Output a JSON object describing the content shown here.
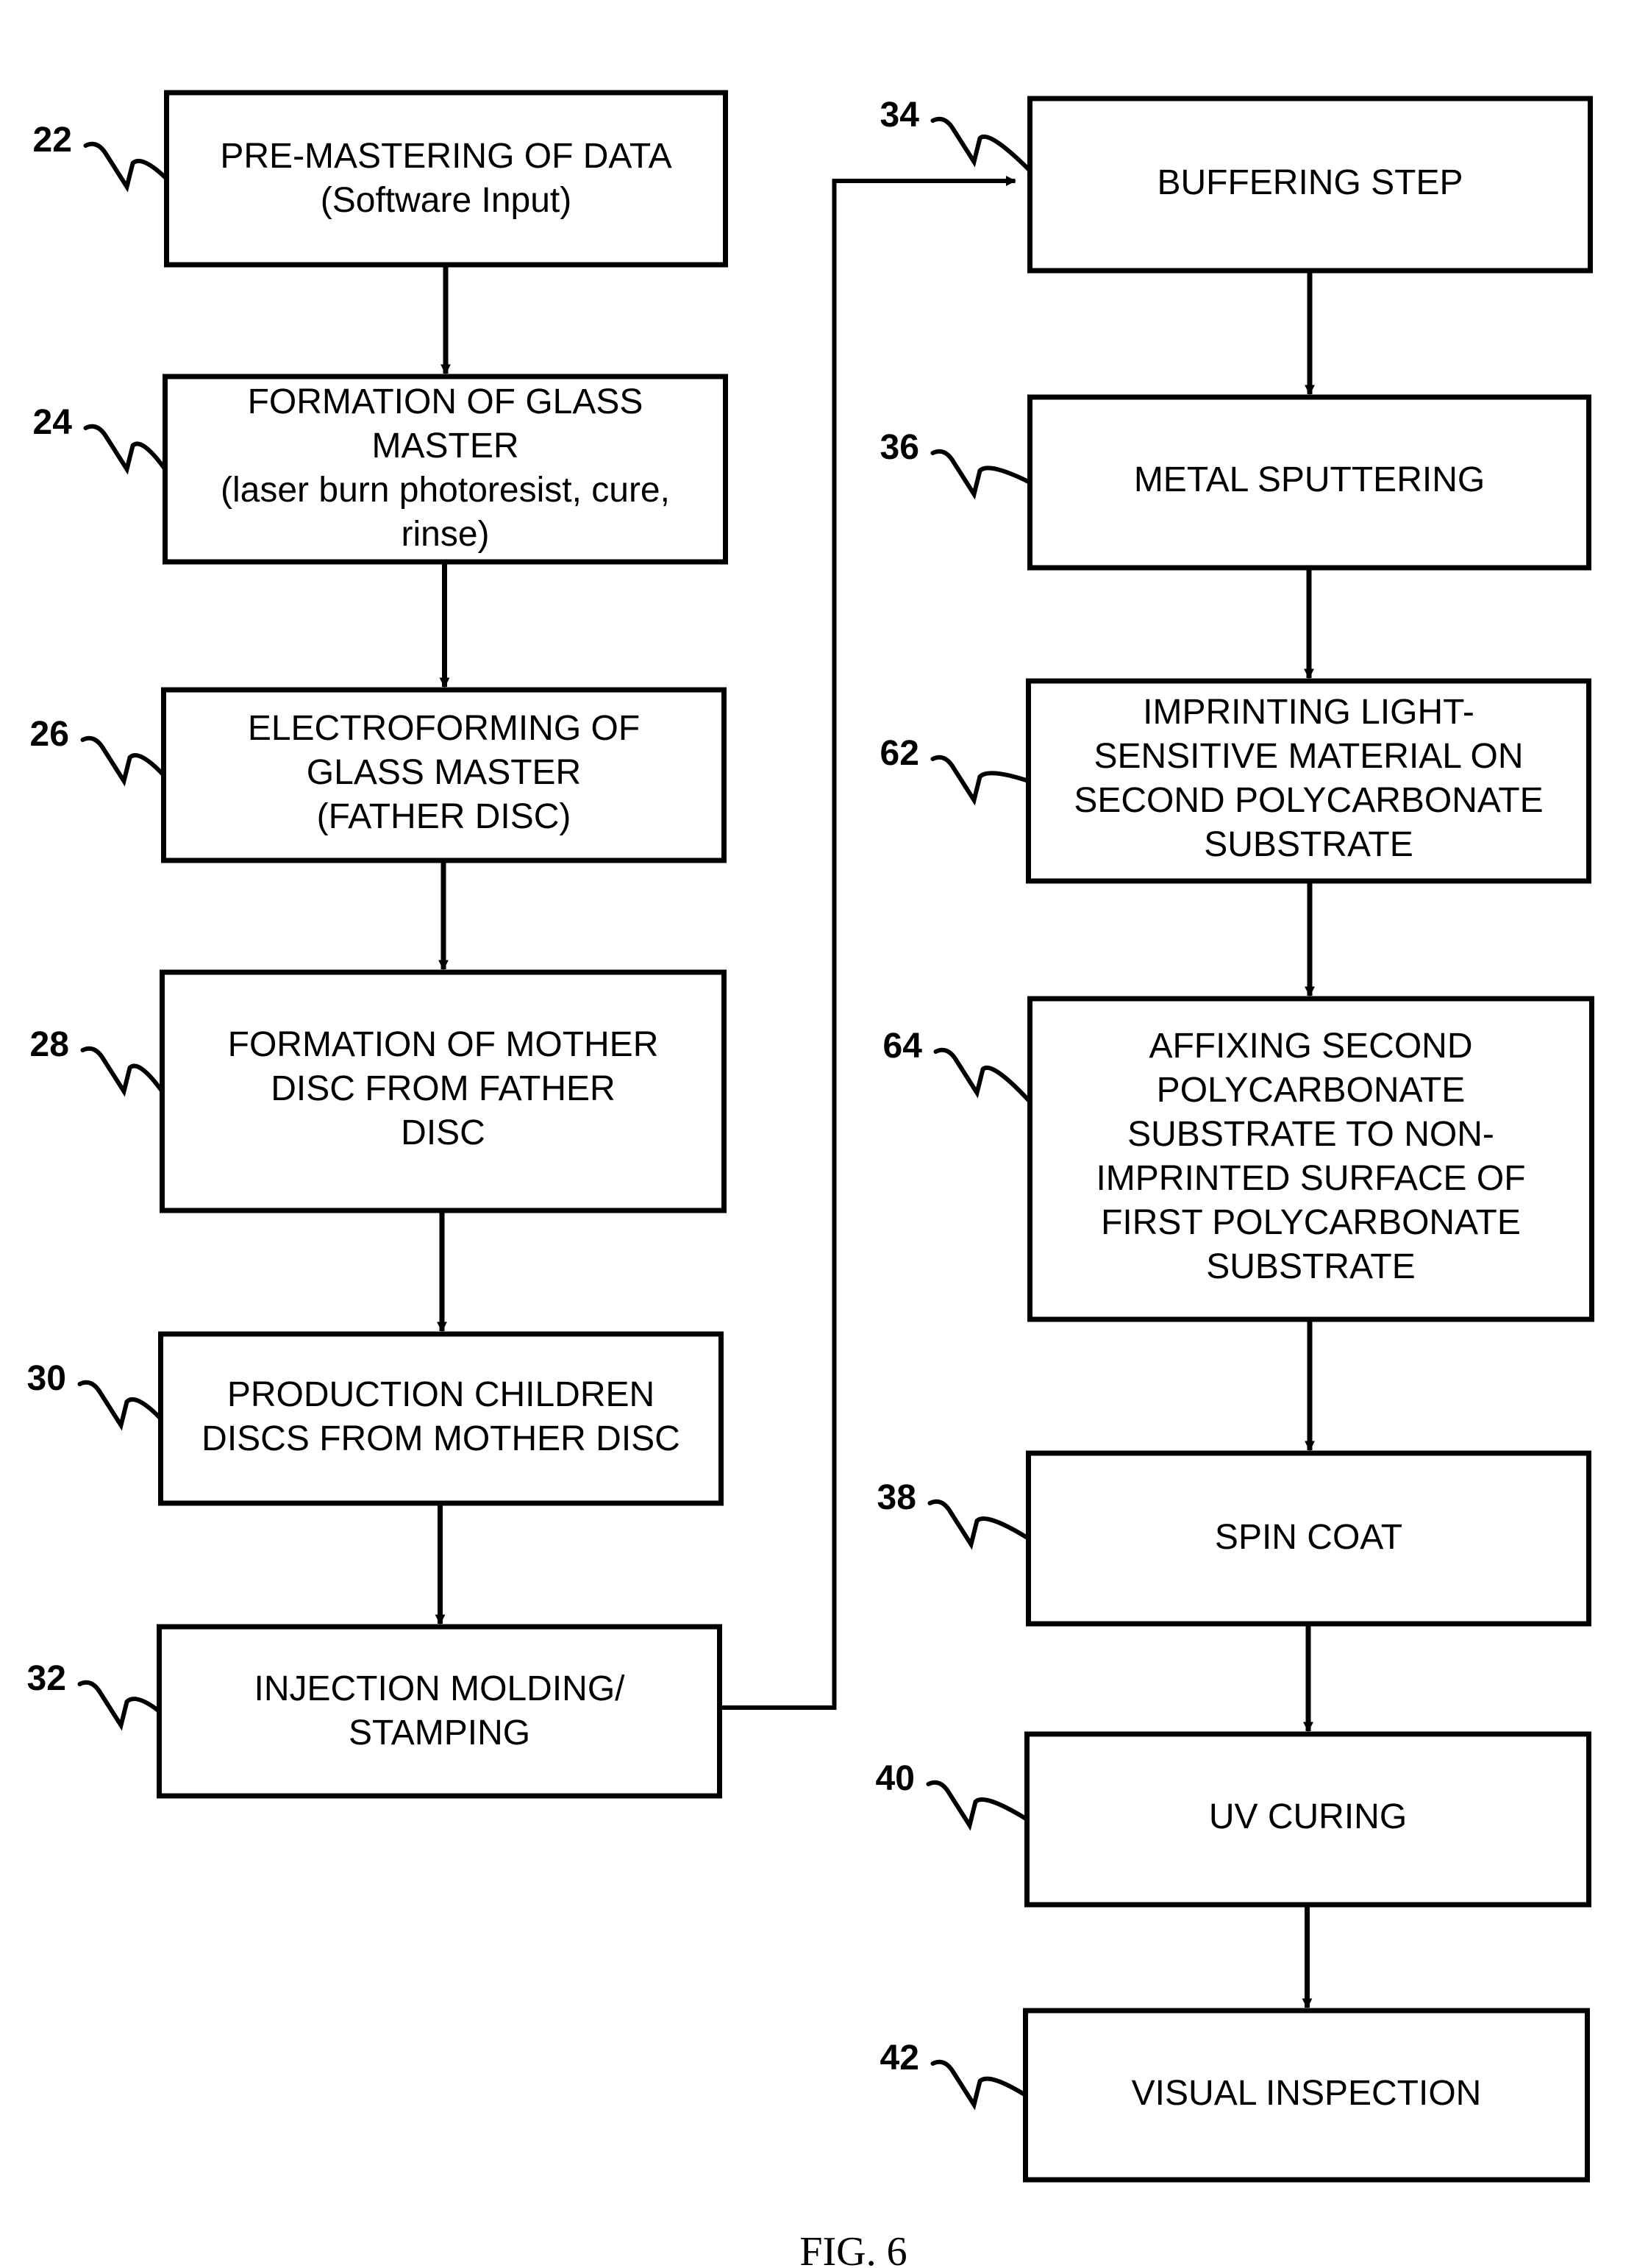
{
  "figure_label": "FIG. 6",
  "steps": [
    {
      "ref": "22",
      "lines": [
        "PRE-MASTERING OF DATA",
        "(Software Input)"
      ]
    },
    {
      "ref": "24",
      "lines": [
        "FORMATION OF GLASS",
        "MASTER",
        "(laser burn photoresist, cure,",
        "rinse)"
      ]
    },
    {
      "ref": "26",
      "lines": [
        "ELECTROFORMING OF",
        "GLASS MASTER",
        "(FATHER DISC)"
      ]
    },
    {
      "ref": "28",
      "lines": [
        "FORMATION OF MOTHER",
        "DISC FROM FATHER",
        "DISC"
      ]
    },
    {
      "ref": "30",
      "lines": [
        "PRODUCTION  CHILDREN",
        "DISCS FROM MOTHER DISC"
      ]
    },
    {
      "ref": "32",
      "lines": [
        "INJECTION MOLDING/",
        "STAMPING"
      ]
    },
    {
      "ref": "34",
      "lines": [
        "BUFFERING STEP"
      ]
    },
    {
      "ref": "36",
      "lines": [
        "METAL SPUTTERING"
      ]
    },
    {
      "ref": "62",
      "lines": [
        "IMPRINTING LIGHT-",
        "SENSITIVE MATERIAL ON",
        "SECOND  POLYCARBONATE",
        "SUBSTRATE"
      ]
    },
    {
      "ref": "64",
      "lines": [
        "AFFIXING SECOND",
        "POLYCARBONATE",
        "SUBSTRATE TO NON-",
        "IMPRINTED SURFACE OF",
        "FIRST POLYCARBONATE",
        "SUBSTRATE"
      ]
    },
    {
      "ref": "38",
      "lines": [
        "SPIN COAT"
      ]
    },
    {
      "ref": "40",
      "lines": [
        "UV CURING"
      ]
    },
    {
      "ref": "42",
      "lines": [
        "VISUAL INSPECTION"
      ]
    }
  ]
}
